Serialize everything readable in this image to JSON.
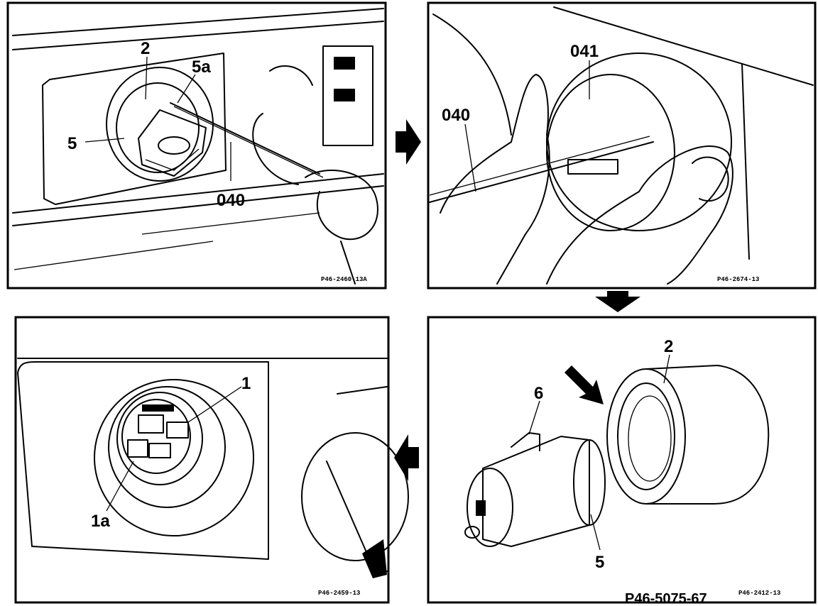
{
  "panels": {
    "top_left": {
      "labels": {
        "part_2": "2",
        "part_5a": "5a",
        "part_5": "5",
        "tool_040": "040"
      },
      "image_code": "P46-2460-13A"
    },
    "top_right": {
      "labels": {
        "tool_040": "040",
        "tool_041": "041"
      },
      "image_code": "P46-2674-13"
    },
    "bottom_right": {
      "labels": {
        "part_2": "2",
        "part_6": "6",
        "part_5": "5"
      },
      "image_code": "P46-2412-13"
    },
    "bottom_left": {
      "labels": {
        "part_1": "1",
        "part_1a": "1a"
      },
      "image_code": "P46-2459-13"
    }
  },
  "document_number": "P46-5075-67",
  "icons": {
    "arrow_1": "arrow-right-icon",
    "arrow_2": "arrow-down-icon",
    "arrow_3": "arrow-left-icon",
    "insert_arrow": "arrow-diagonal-icon"
  },
  "colors": {
    "ink": "#000000",
    "paper": "#ffffff"
  }
}
